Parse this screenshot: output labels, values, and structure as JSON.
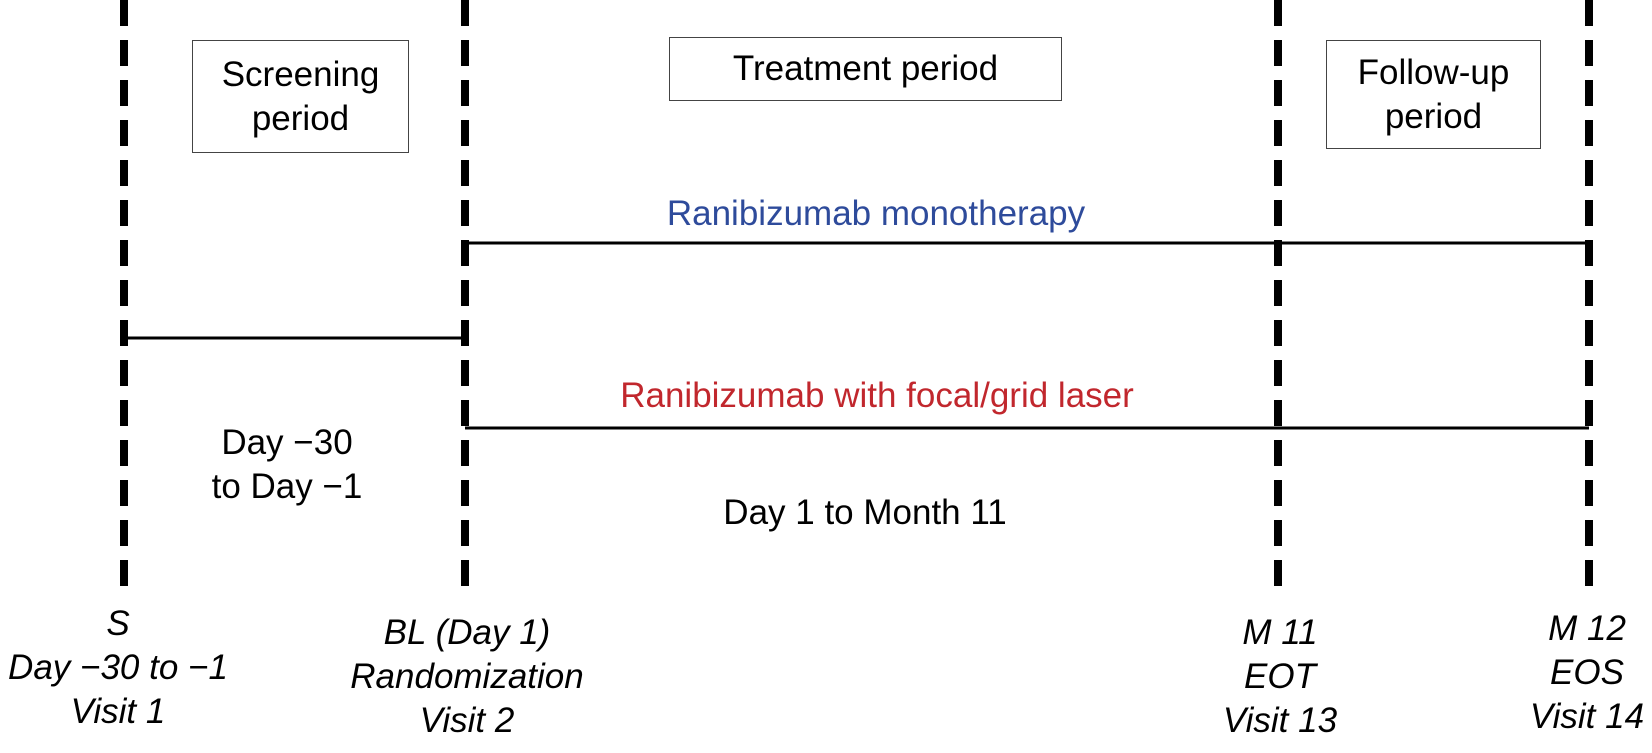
{
  "periods": {
    "screening": "Screening\nperiod",
    "treatment": "Treatment period",
    "followup": "Follow-up\nperiod"
  },
  "arms": {
    "monotherapy": {
      "label": "Ranibizumab monotherapy",
      "color": "#2e4b9b"
    },
    "laser": {
      "label": "Ranibizumab with focal/grid laser",
      "color": "#c1272d"
    }
  },
  "durations": {
    "screening": "Day −30\nto Day −1",
    "treatment": "Day 1 to Month 11"
  },
  "milestones": {
    "screening_visit": {
      "line1": "S",
      "line2": "Day −30 to −1",
      "line3": "Visit 1"
    },
    "baseline": {
      "line1": "BL (Day 1)",
      "line2": "Randomization",
      "line3": "Visit 2"
    },
    "month11": {
      "line1": "M 11",
      "line2": "EOT",
      "line3": "Visit 13"
    },
    "month12": {
      "line1": "M 12",
      "line2": "EOS",
      "line3": "Visit 14"
    }
  }
}
